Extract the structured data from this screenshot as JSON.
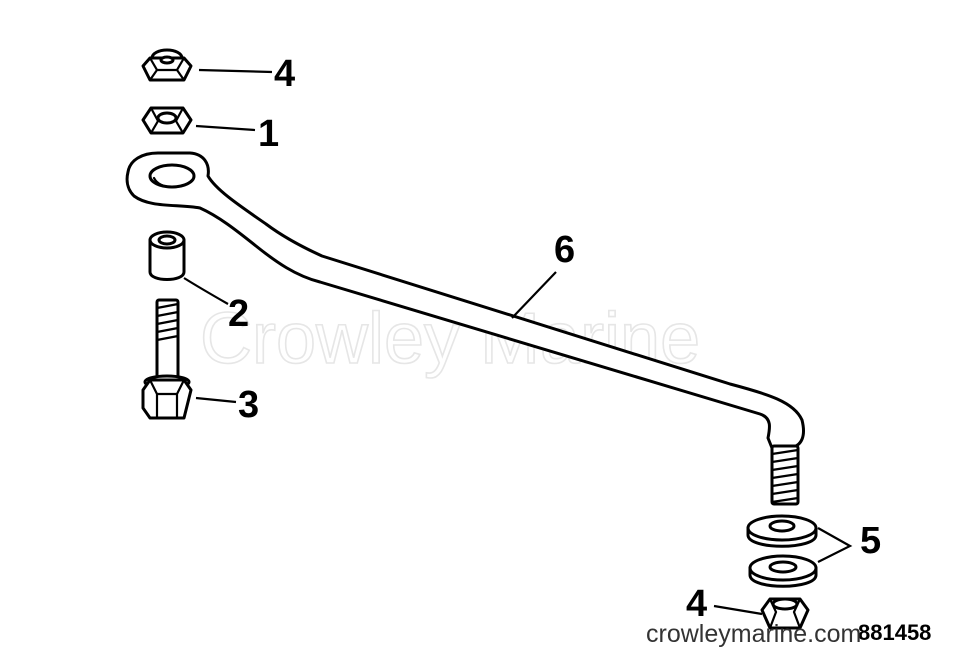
{
  "diagram": {
    "callouts": {
      "nut_top": "4",
      "nut_plain": "1",
      "spacer": "2",
      "bolt": "3",
      "washers": "5",
      "link_rod": "6",
      "nut_bottom": "4"
    },
    "figure_number": "881458"
  },
  "watermarks": {
    "center": "Crowley Marine",
    "url": "crowleymarine.com"
  }
}
